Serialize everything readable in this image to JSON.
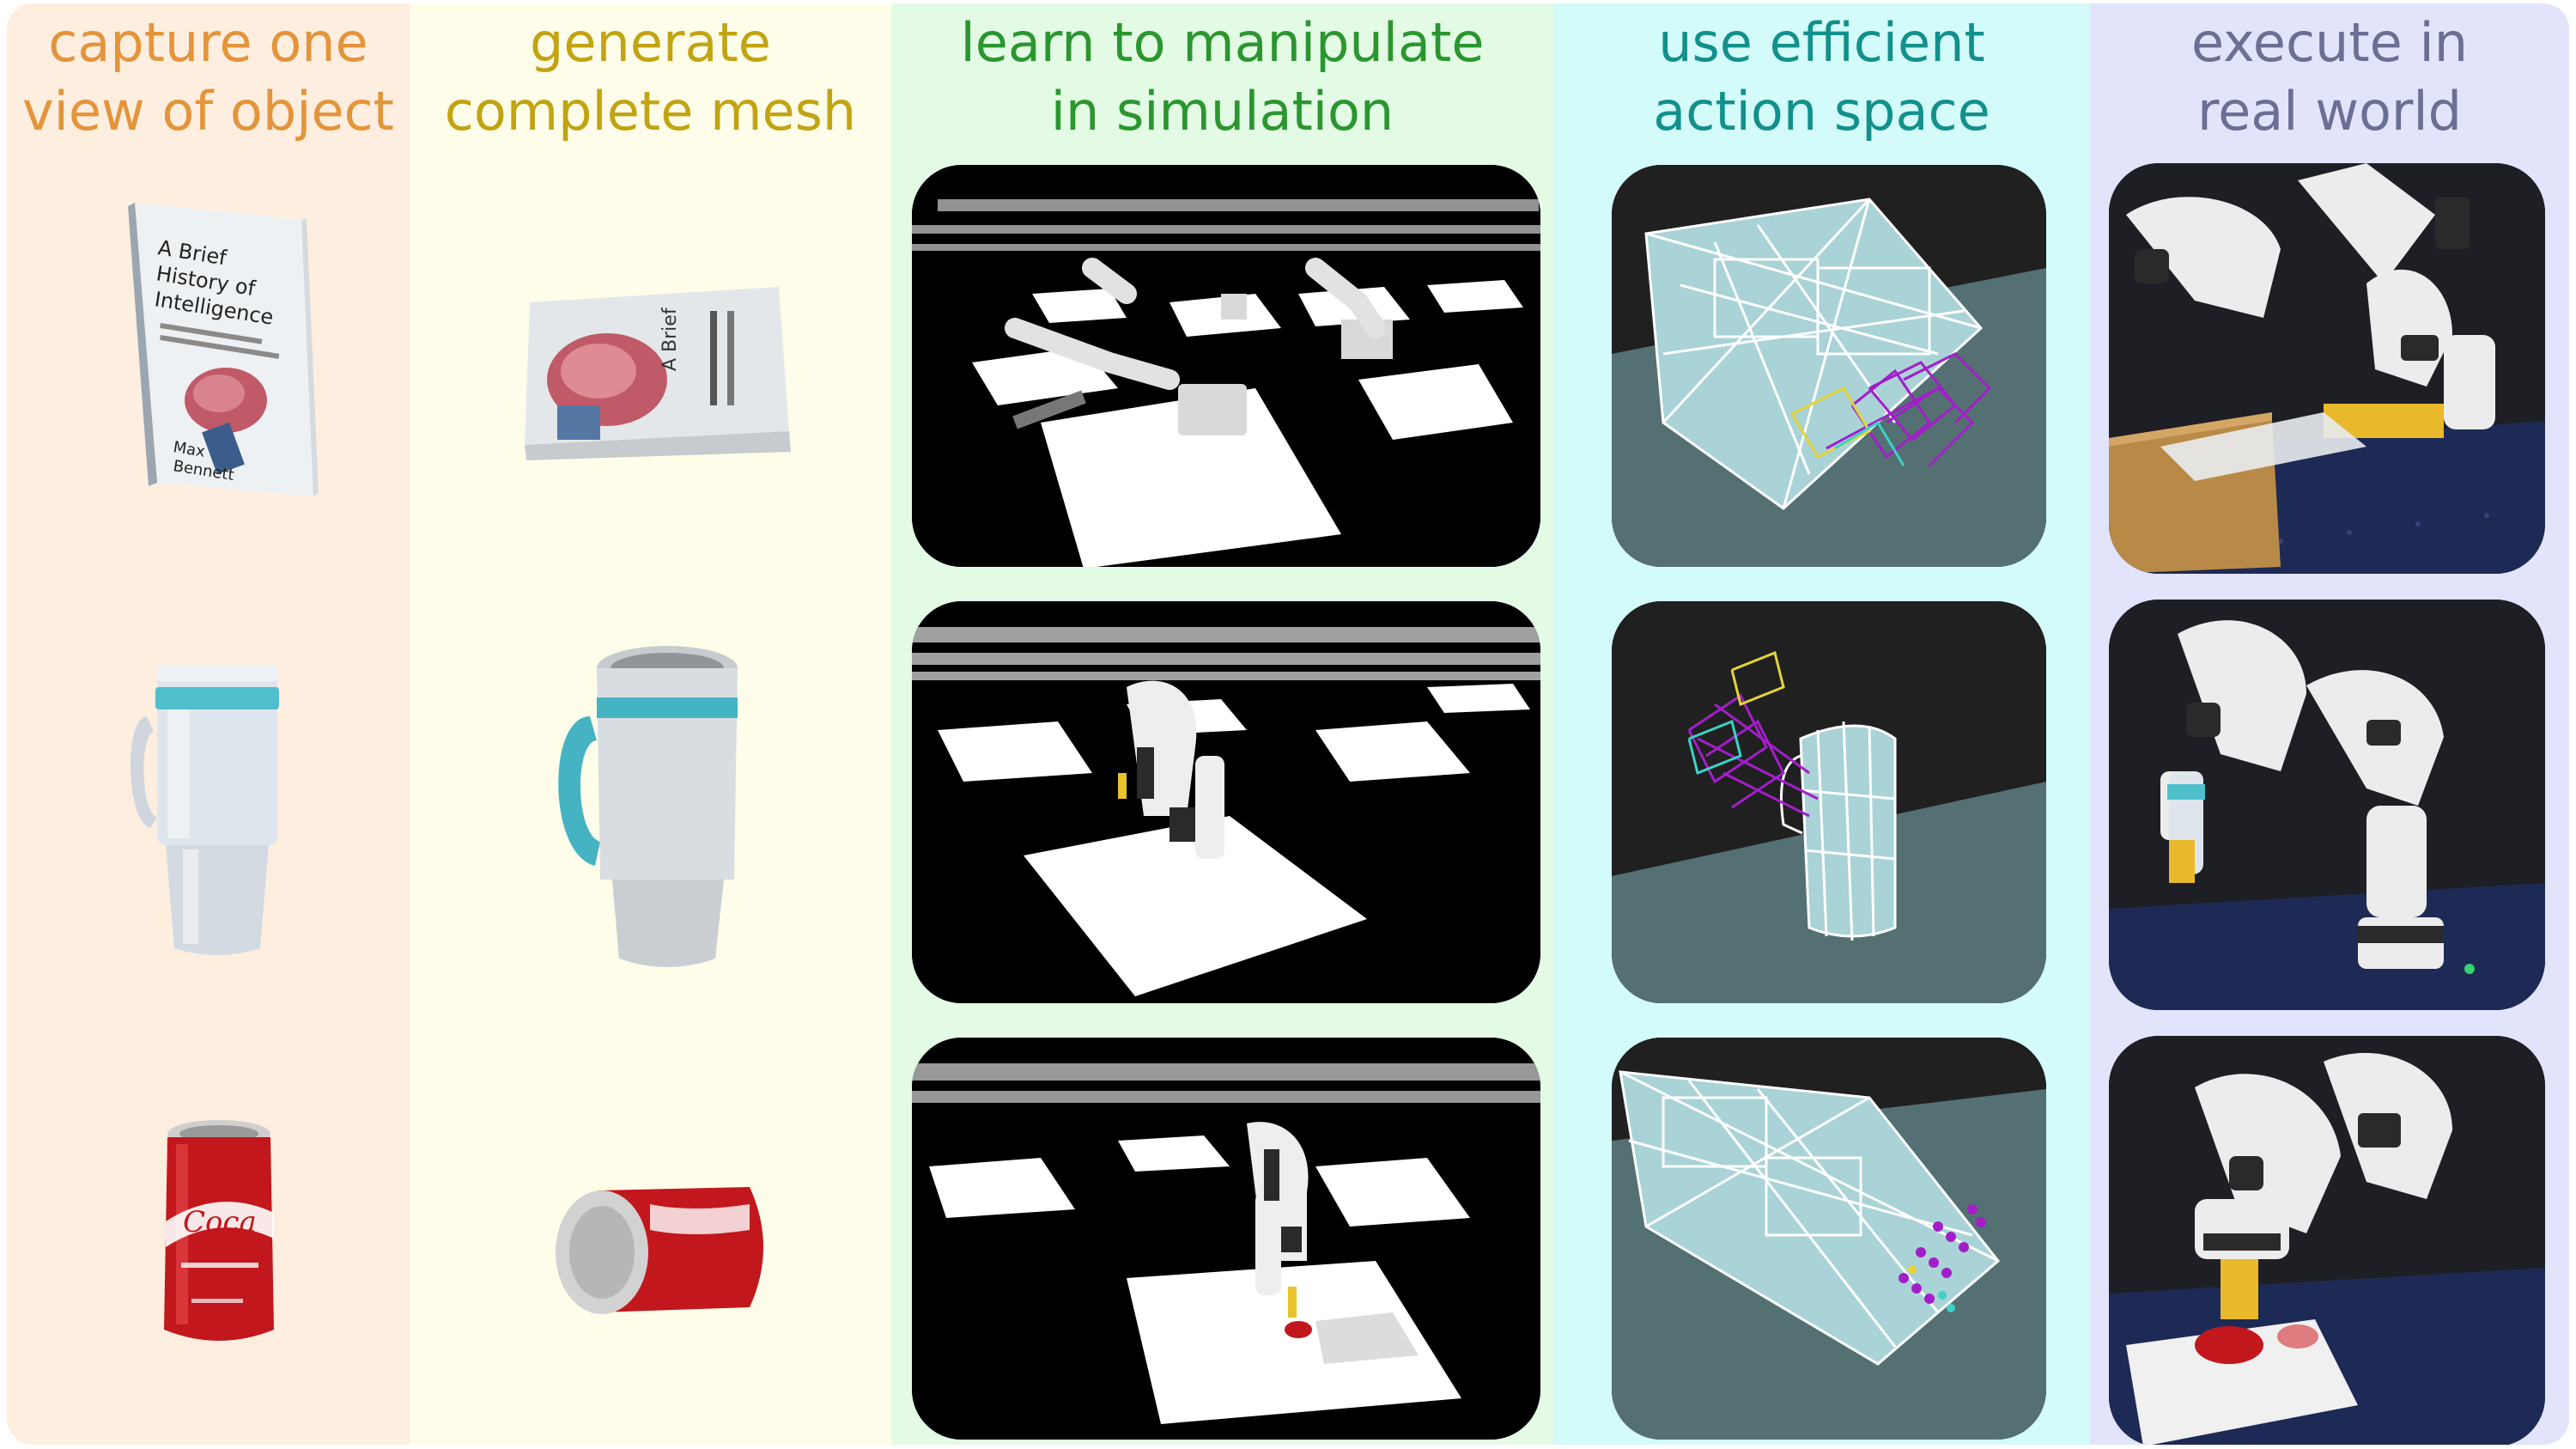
{
  "columns": [
    {
      "id": "capture",
      "title_line1": "capture one",
      "title_line2": "view of object",
      "background": "#fdeee0",
      "title_color": "#e4943a"
    },
    {
      "id": "generate",
      "title_line1": "generate",
      "title_line2": "complete mesh",
      "background": "#fdfde9",
      "title_color": "#c2a413"
    },
    {
      "id": "learn",
      "title_line1": "learn to manipulate",
      "title_line2": "in simulation",
      "background": "#e3fae5",
      "title_color": "#2b962f"
    },
    {
      "id": "action",
      "title_line1": "use efficient",
      "title_line2": "action space",
      "background": "#d3fbf9",
      "title_color": "#12908b"
    },
    {
      "id": "execute",
      "title_line1": "execute in",
      "title_line2": "real world",
      "background": "#e2e4fb",
      "title_color": "#6b6f93"
    }
  ],
  "objects": [
    "book",
    "travel-mug",
    "soda-can"
  ],
  "colors": {
    "sim_floor": "#000000",
    "sim_tile": "#ffffff",
    "wireframe": "#ffffff",
    "mesh_fill": "#a9d3d6",
    "action_floor": "#557072",
    "action_bg": "#202020",
    "grasp_primary": "#a31ec9",
    "grasp_secondary": "#e4d33a",
    "grasp_tertiary": "#3bd2c6",
    "robot_white": "#f0f0f0",
    "robot_dark": "#2a2a2a",
    "gripper_yellow": "#e8b92a",
    "coke_red": "#c2171c",
    "mug_teal": "#3fb8c6",
    "book_cover": "#e9ecef"
  }
}
